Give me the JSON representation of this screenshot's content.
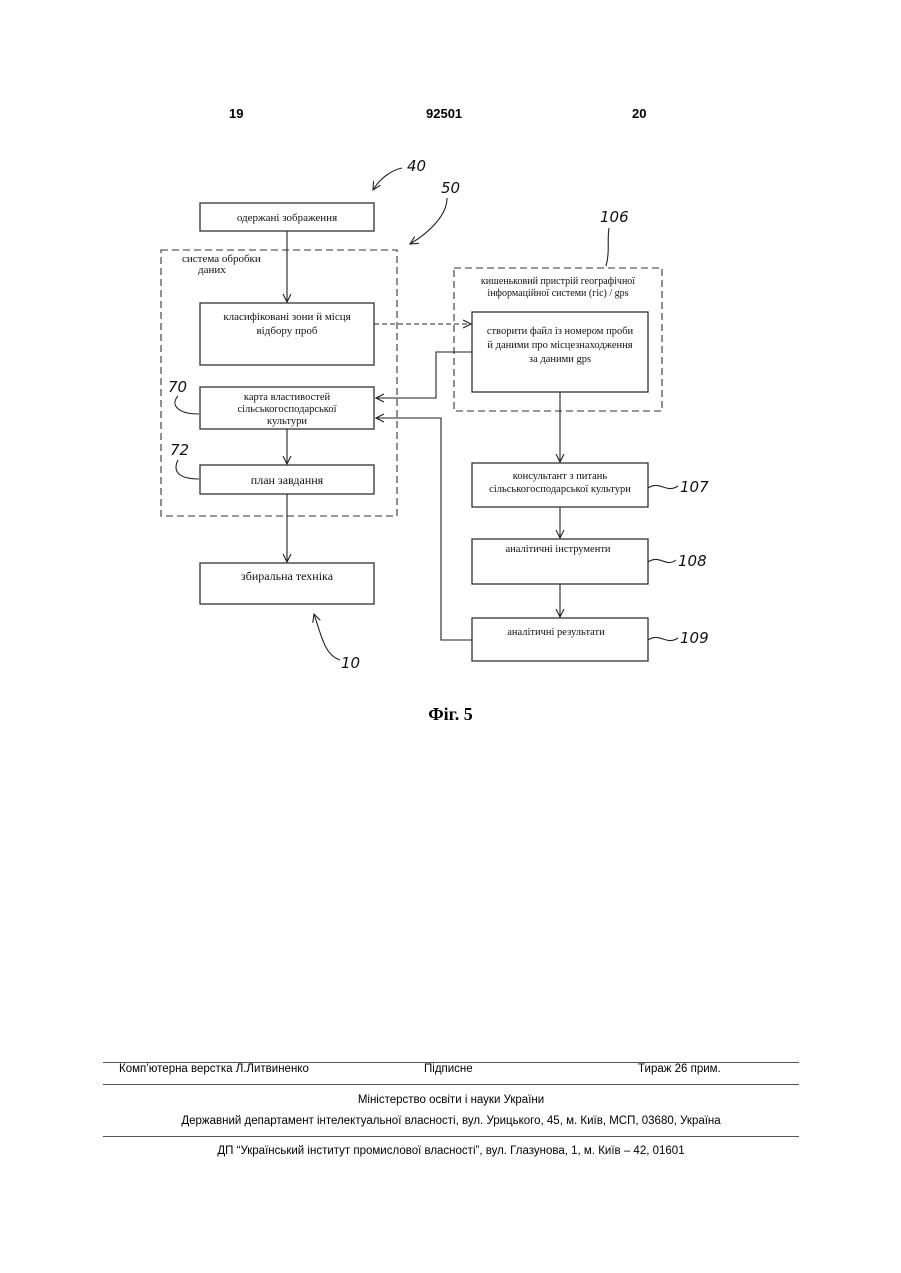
{
  "header": {
    "page_left": "19",
    "patent_number": "92501",
    "page_right": "20"
  },
  "diagram": {
    "refs": {
      "r40": "40",
      "r50": "50",
      "r106": "106",
      "r70": "70",
      "r72": "72",
      "r107": "107",
      "r108": "108",
      "r109": "109",
      "r10": "10"
    },
    "boxes": {
      "obtained_images": "одержані зображення",
      "processing_system_l1": "система обробки",
      "processing_system_l2": "даних",
      "classified_l1": "класифіковані зони й місця",
      "classified_l2": "відбору проб",
      "crop_map_l1": "карта властивостей",
      "crop_map_l2": "сільськогосподарської",
      "crop_map_l3": "культури",
      "task_plan": "план завдання",
      "harvester": "збиральна техніка",
      "gis_l1": "кишеньковий пристрій географічної",
      "gis_l2": "інформаційної системи (гіс) / gps",
      "create_file_l1": "створити файл із номером проби",
      "create_file_l2": "й даними про місцезнаходження",
      "create_file_l3": "за даними gps",
      "consultant_l1": "консультант з питань",
      "consultant_l2": "сільськогосподарської культури",
      "analytic_tools": "аналітичні інструменти",
      "analytic_results": "аналітичні результати"
    },
    "caption": "Фіг. 5"
  },
  "footer": {
    "layout": "Комп’ютерна верстка Л.Литвиненко",
    "signed": "Підписне",
    "circulation": "Тираж 26 прим.",
    "ministry": "Міністерство освіти і науки України",
    "department": "Державний департамент інтелектуальної власності, вул. Урицького, 45, м. Київ, МСП, 03680, Україна",
    "institute": "ДП “Український інститут промислової власності”, вул. Глазунова, 1, м. Київ – 42, 01601"
  }
}
